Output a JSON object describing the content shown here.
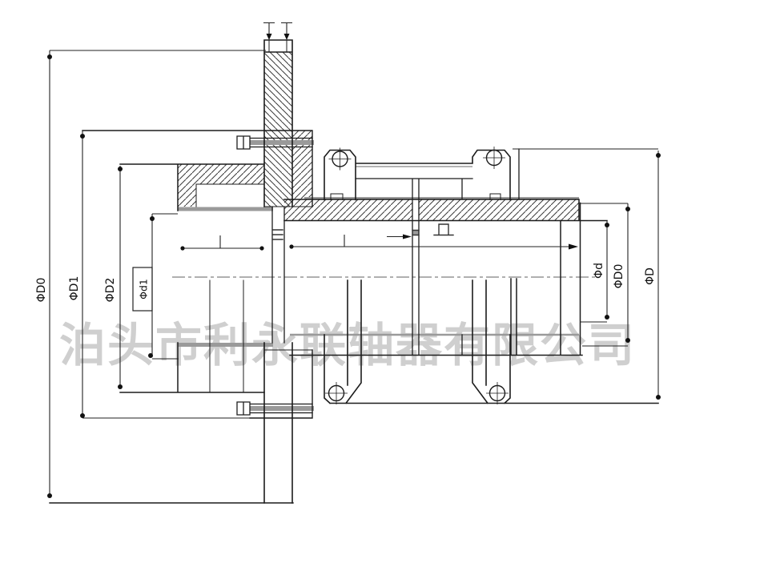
{
  "page": {
    "background": "#ffffff"
  },
  "watermark": {
    "text": "泊头市利永联轴器有限公司",
    "color": "#cfcfcf"
  },
  "drawing": {
    "type": "coupling-half-section-technical-drawing",
    "line_color": "#1c1c1c",
    "gray_line_color": "#9a9a9a",
    "hatch_color": "#3a3a3a",
    "centerline_color": "#808080",
    "labels": {
      "left": [
        {
          "text": "ΦD0",
          "boxed": false
        },
        {
          "text": "ΦD1",
          "boxed": false
        },
        {
          "text": "ΦD2",
          "boxed": false
        },
        {
          "text": "Φd1",
          "boxed": true
        }
      ],
      "right": [
        {
          "text": "Φd",
          "boxed": false
        },
        {
          "text": "ΦD0",
          "boxed": false
        },
        {
          "text": "ΦD",
          "boxed": false
        }
      ]
    }
  }
}
